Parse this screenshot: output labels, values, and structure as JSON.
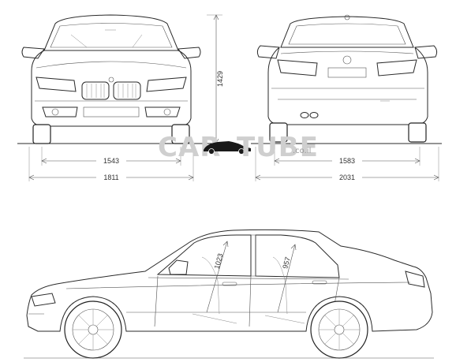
{
  "watermark": {
    "brand_left": "CAR",
    "brand_right": "TUBE",
    "domain": ".co.il"
  },
  "dimensions": {
    "height": "1429",
    "front_track": "1543",
    "width": "1811",
    "rear_track": "1583",
    "mirror_width": "2031",
    "front_headroom": "1023",
    "rear_headroom": "957"
  },
  "colors": {
    "line": "#2a2a2a",
    "watermark": "#cfcfcf",
    "logo_car": "#1a1a1a"
  }
}
